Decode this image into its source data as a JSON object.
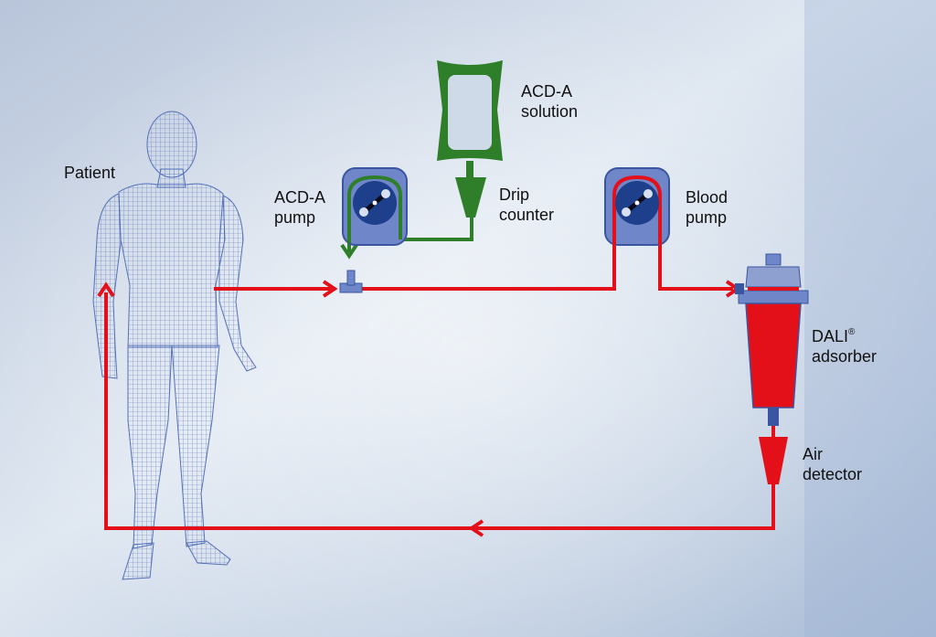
{
  "labels": {
    "patient": "Patient",
    "acd_solution": {
      "line1": "ACD-A",
      "line2": "solution"
    },
    "acd_pump": {
      "line1": "ACD-A",
      "line2": "pump"
    },
    "drip_counter": {
      "line1": "Drip",
      "line2": "counter"
    },
    "blood_pump": {
      "line1": "Blood",
      "line2": "pump"
    },
    "dali_adsorber": {
      "line1": "DALI",
      "sup": "®",
      "line2": "adsorber"
    },
    "air_detector": {
      "line1": "Air",
      "line2": "detector"
    }
  },
  "colors": {
    "blood_line": "#e3101a",
    "acd_line": "#2f7f2a",
    "pump_housing": "#6f86c9",
    "pump_rotor": "#1d3f8c",
    "background": "#b6c7dd"
  }
}
